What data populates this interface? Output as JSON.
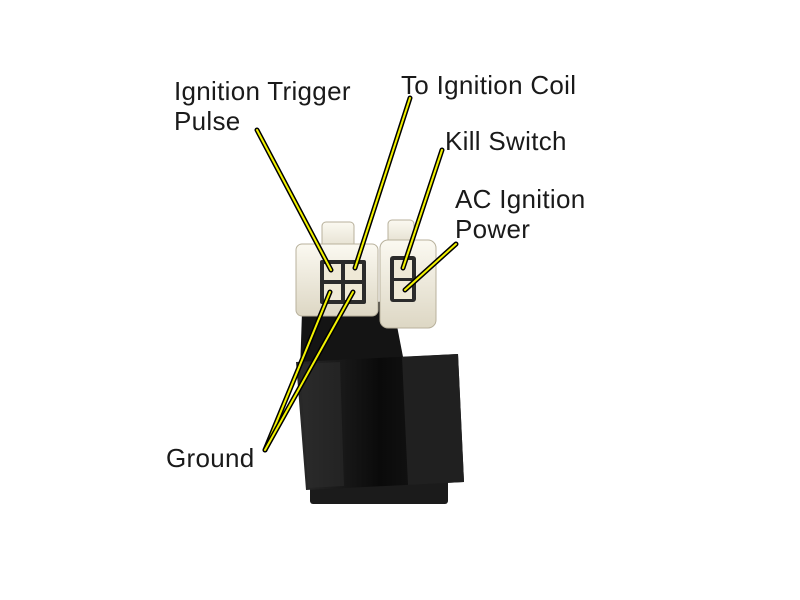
{
  "labels": {
    "ignition_trigger": [
      "Ignition Trigger",
      "Pulse"
    ],
    "ignition_coil": "To Ignition Coil",
    "kill_switch": "Kill Switch",
    "ac_ignition": [
      "AC Ignition",
      "Power"
    ],
    "ground": "Ground"
  },
  "colors": {
    "leader_fill": "#f2f200",
    "leader_outline": "#000000",
    "cdi_body": "#0c0c0c",
    "connector": "#f1ede0"
  },
  "depicted_object": "cdi-unit"
}
